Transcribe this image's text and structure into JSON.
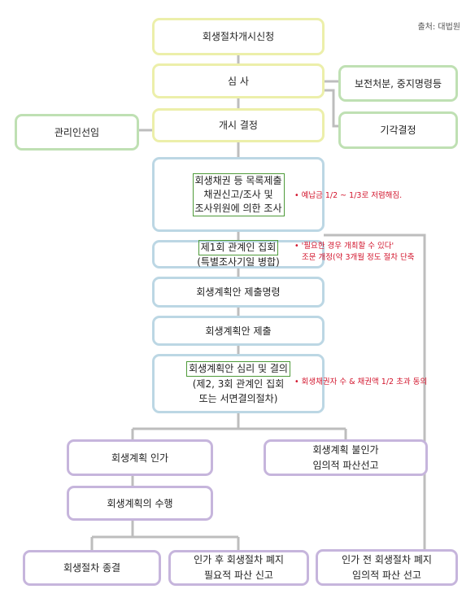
{
  "source": "출처: 대법원",
  "boxes": {
    "start": "회생절차개시신청",
    "review": "심 사",
    "preservation": "보전처분, 중지명령등",
    "admin": "관리인선임",
    "dismiss": "기각결정",
    "decision": "개시 결정",
    "list": [
      "회생채권 등 목록제출",
      "채권신고/조사 및",
      "조사위원에 의한 조사"
    ],
    "meeting1": [
      "제1회 관계인 집회",
      "(특별조사기일 병합)"
    ],
    "order": "회생계획안 제출명령",
    "submit": "회생계획안 제출",
    "deliberation": [
      "회생계획안 심리 및 결의",
      "(제2, 3회 관계인 집회",
      "또는 서면결의절차)"
    ],
    "approve": "회생계획 인가",
    "reject": [
      "회생계획 불인가",
      "임의적 파산선고"
    ],
    "execute": "회생계획의 수행",
    "end": "회생절차 종결",
    "after": [
      "인가 후 회생절차 폐지",
      "필요적 파산 신고"
    ],
    "before": [
      "인가 전 회생절차 폐지",
      "임의적 파산 선고"
    ]
  },
  "notes": {
    "n1": "• 예납금 1/2 ~ 1/3로 저렴해짐.",
    "n2a": "• '필요한 경우 개최할 수 있다'",
    "n2b": "조문 개정(약 3개월 정도 절차 단축",
    "n3": "• 회생채권자 수 & 채권액  1/2 초과 동의"
  }
}
